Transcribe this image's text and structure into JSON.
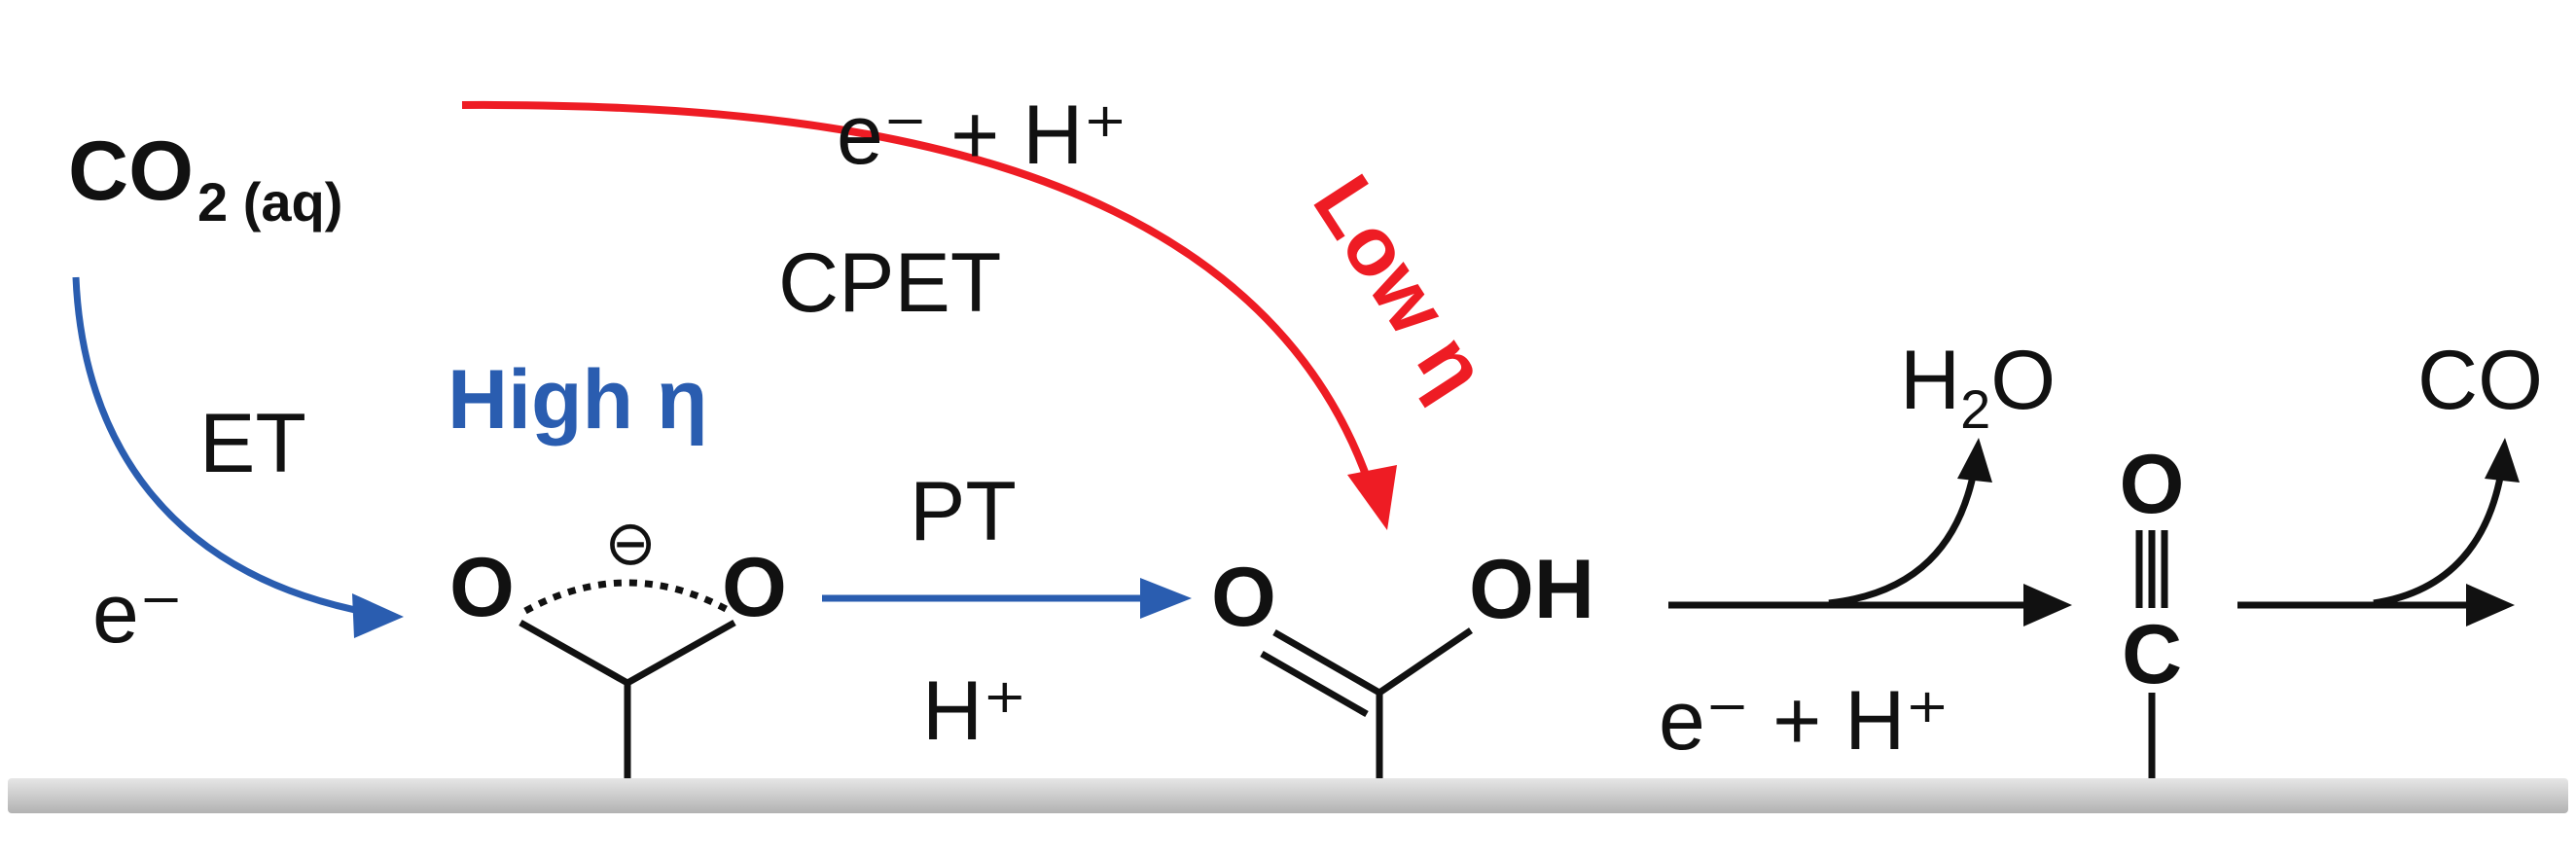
{
  "colors": {
    "ink": "#111111",
    "blue": "#2a5db0",
    "red": "#ee1c24",
    "surface_light": "#e4e4e4",
    "surface_dark": "#b4b4b4"
  },
  "reactant": {
    "formula": "CO",
    "subscript": "2 (aq)"
  },
  "cpet_path": {
    "reagents": "e⁻ + H⁺",
    "step": "CPET",
    "overpotential": "Low η"
  },
  "et_path": {
    "step": "ET",
    "reagent": "e⁻",
    "overpotential": "High η"
  },
  "pt_step": {
    "step": "PT",
    "reagent": "H⁺"
  },
  "intermediates": {
    "co2_anion": {
      "left_atom": "O",
      "right_atom": "O",
      "charge": "⊖"
    },
    "cooh": {
      "left_atom": "O",
      "right_group": "OH"
    },
    "co_adsorbed": {
      "top_atom": "O",
      "bottom_atom": "C"
    }
  },
  "step3": {
    "byproduct_main": "H",
    "byproduct_sub": "2",
    "byproduct_tail": "O",
    "reagents": "e⁻ + H⁺"
  },
  "final_product": "CO"
}
